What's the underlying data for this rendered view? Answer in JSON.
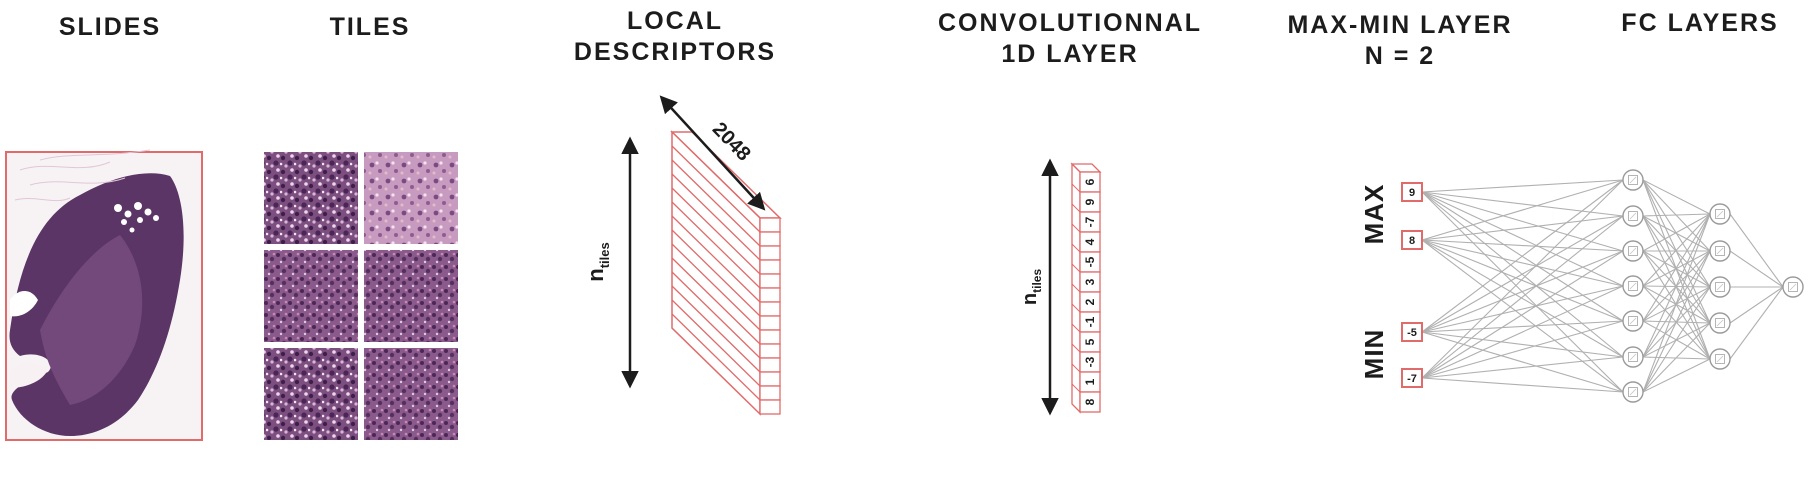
{
  "headers": {
    "slides": "SLIDES",
    "tiles": "TILES",
    "local_descriptors_1": "LOCAL",
    "local_descriptors_2": "DESCRIPTORS",
    "conv_1": "CONVOLUTIONNAL",
    "conv_2": "1D LAYER",
    "maxmin_1": "MAX-MIN LAYER",
    "maxmin_2": "N = 2",
    "fc": "FC LAYERS"
  },
  "descriptors": {
    "n_label": "n",
    "n_sub": "tiles",
    "dim_label": "2048"
  },
  "conv": {
    "n_label": "n",
    "n_sub": "tiles",
    "values": [
      "6",
      "9",
      "-7",
      "4",
      "-5",
      "3",
      "2",
      "-1",
      "5",
      "-3",
      "1",
      "8"
    ]
  },
  "maxmin": {
    "max_label": "MAX",
    "min_label": "MIN",
    "max_values": [
      "9",
      "8"
    ],
    "min_values": [
      "-5",
      "-7"
    ]
  },
  "colors": {
    "red": "#e06b6b",
    "ink": "#1c1c1c",
    "node": "#9a9a9a",
    "tissue": "#5b3565"
  }
}
